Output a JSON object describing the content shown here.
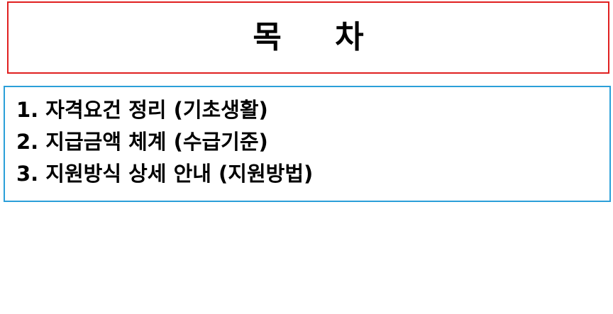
{
  "title": "목 차",
  "toc": {
    "items": [
      "1. 자격요건 정리 (기초생활)",
      "2. 지급금액 체계 (수급기준)",
      "3. 지원방식 상세 안내 (지원방법)"
    ]
  },
  "colors": {
    "title_border": "#e02020",
    "toc_border": "#2b9fd9"
  }
}
